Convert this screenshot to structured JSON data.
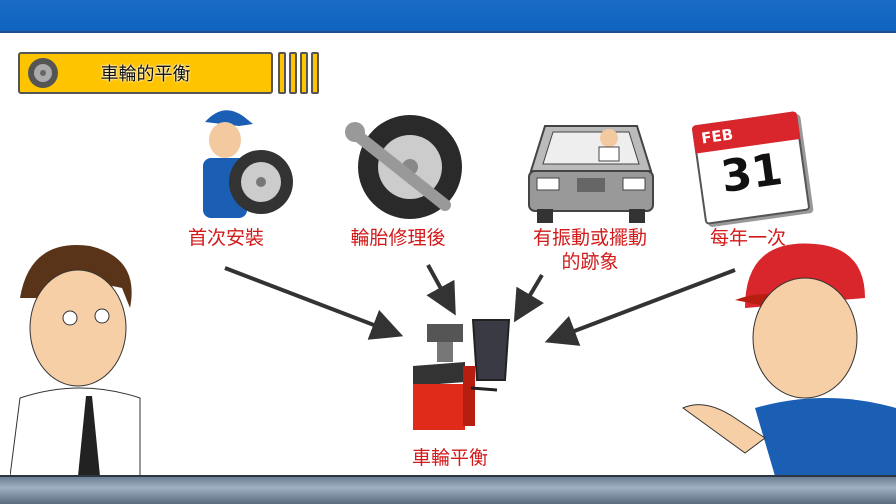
{
  "title": "車輪的平衡",
  "causes": [
    {
      "label": "首次安裝",
      "icon": "mechanic-with-tire"
    },
    {
      "label": "輪胎修理後",
      "icon": "tire-wrench"
    },
    {
      "label_lines": [
        "有振動或擺動",
        "的跡象"
      ],
      "icon": "car-driver"
    },
    {
      "label": "每年一次",
      "icon": "calendar",
      "calendar": {
        "month": "FEB",
        "day": "31"
      }
    }
  ],
  "result": {
    "label": "車輪平衡",
    "icon": "wheel-balancer-machine"
  },
  "colors": {
    "label": "#d21a1a",
    "title_bar": "#ffc400",
    "header": "#0e64c0"
  }
}
